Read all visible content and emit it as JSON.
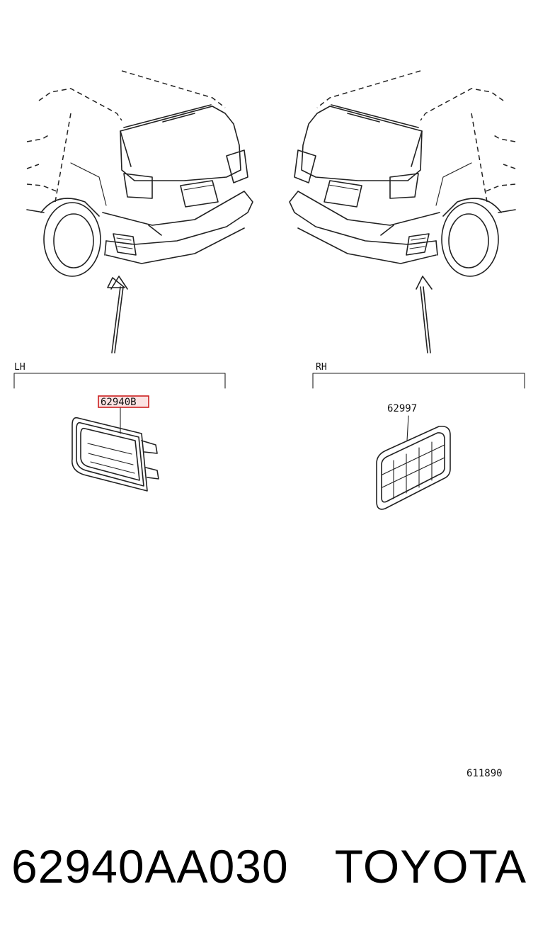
{
  "diagram": {
    "left_side_label": "LH",
    "right_side_label": "RH",
    "left_callout": "62940B",
    "right_callout": "62997",
    "figure_ref": "611890",
    "highlight_color": "#cc1f1f"
  },
  "caption": {
    "part_number": "62940AA030",
    "brand": "TOYOTA"
  }
}
